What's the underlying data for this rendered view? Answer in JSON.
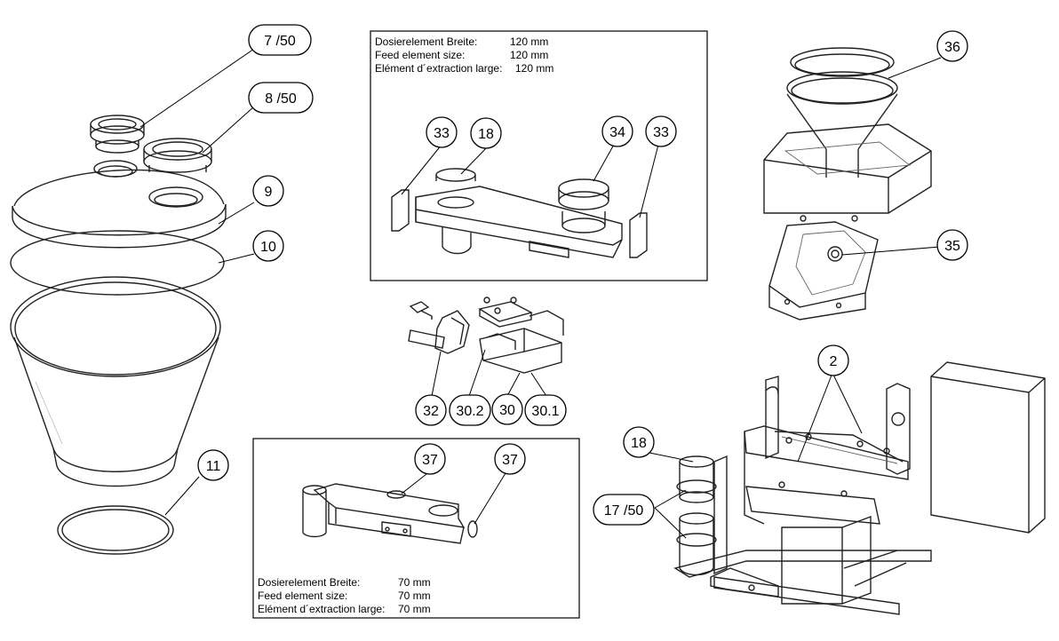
{
  "callouts": {
    "c7": "7 /50",
    "c8": "8  /50",
    "c9": "9",
    "c10": "10",
    "c11": "11",
    "c33a": "33",
    "c18a": "18",
    "c34": "34",
    "c33b": "33",
    "c36": "36",
    "c35": "35",
    "c32": "32",
    "c30_2": "30.2",
    "c30": "30",
    "c30_1": "30.1",
    "c37a": "37",
    "c37b": "37",
    "c2": "2",
    "c18b": "18",
    "c17": "17 /50"
  },
  "box_120": {
    "rows": [
      {
        "label": "Dosierelement Breite:",
        "value": "120 mm"
      },
      {
        "label": "Feed element size:",
        "value": "120 mm"
      },
      {
        "label": "Elément d´extraction large:",
        "value": "120 mm"
      }
    ]
  },
  "box_70": {
    "rows": [
      {
        "label": "Dosierelement Breite:",
        "value": "70 mm"
      },
      {
        "label": "Feed element size:",
        "value": "70 mm"
      },
      {
        "label": "Elément d´extraction large:",
        "value": "70 mm"
      }
    ]
  }
}
